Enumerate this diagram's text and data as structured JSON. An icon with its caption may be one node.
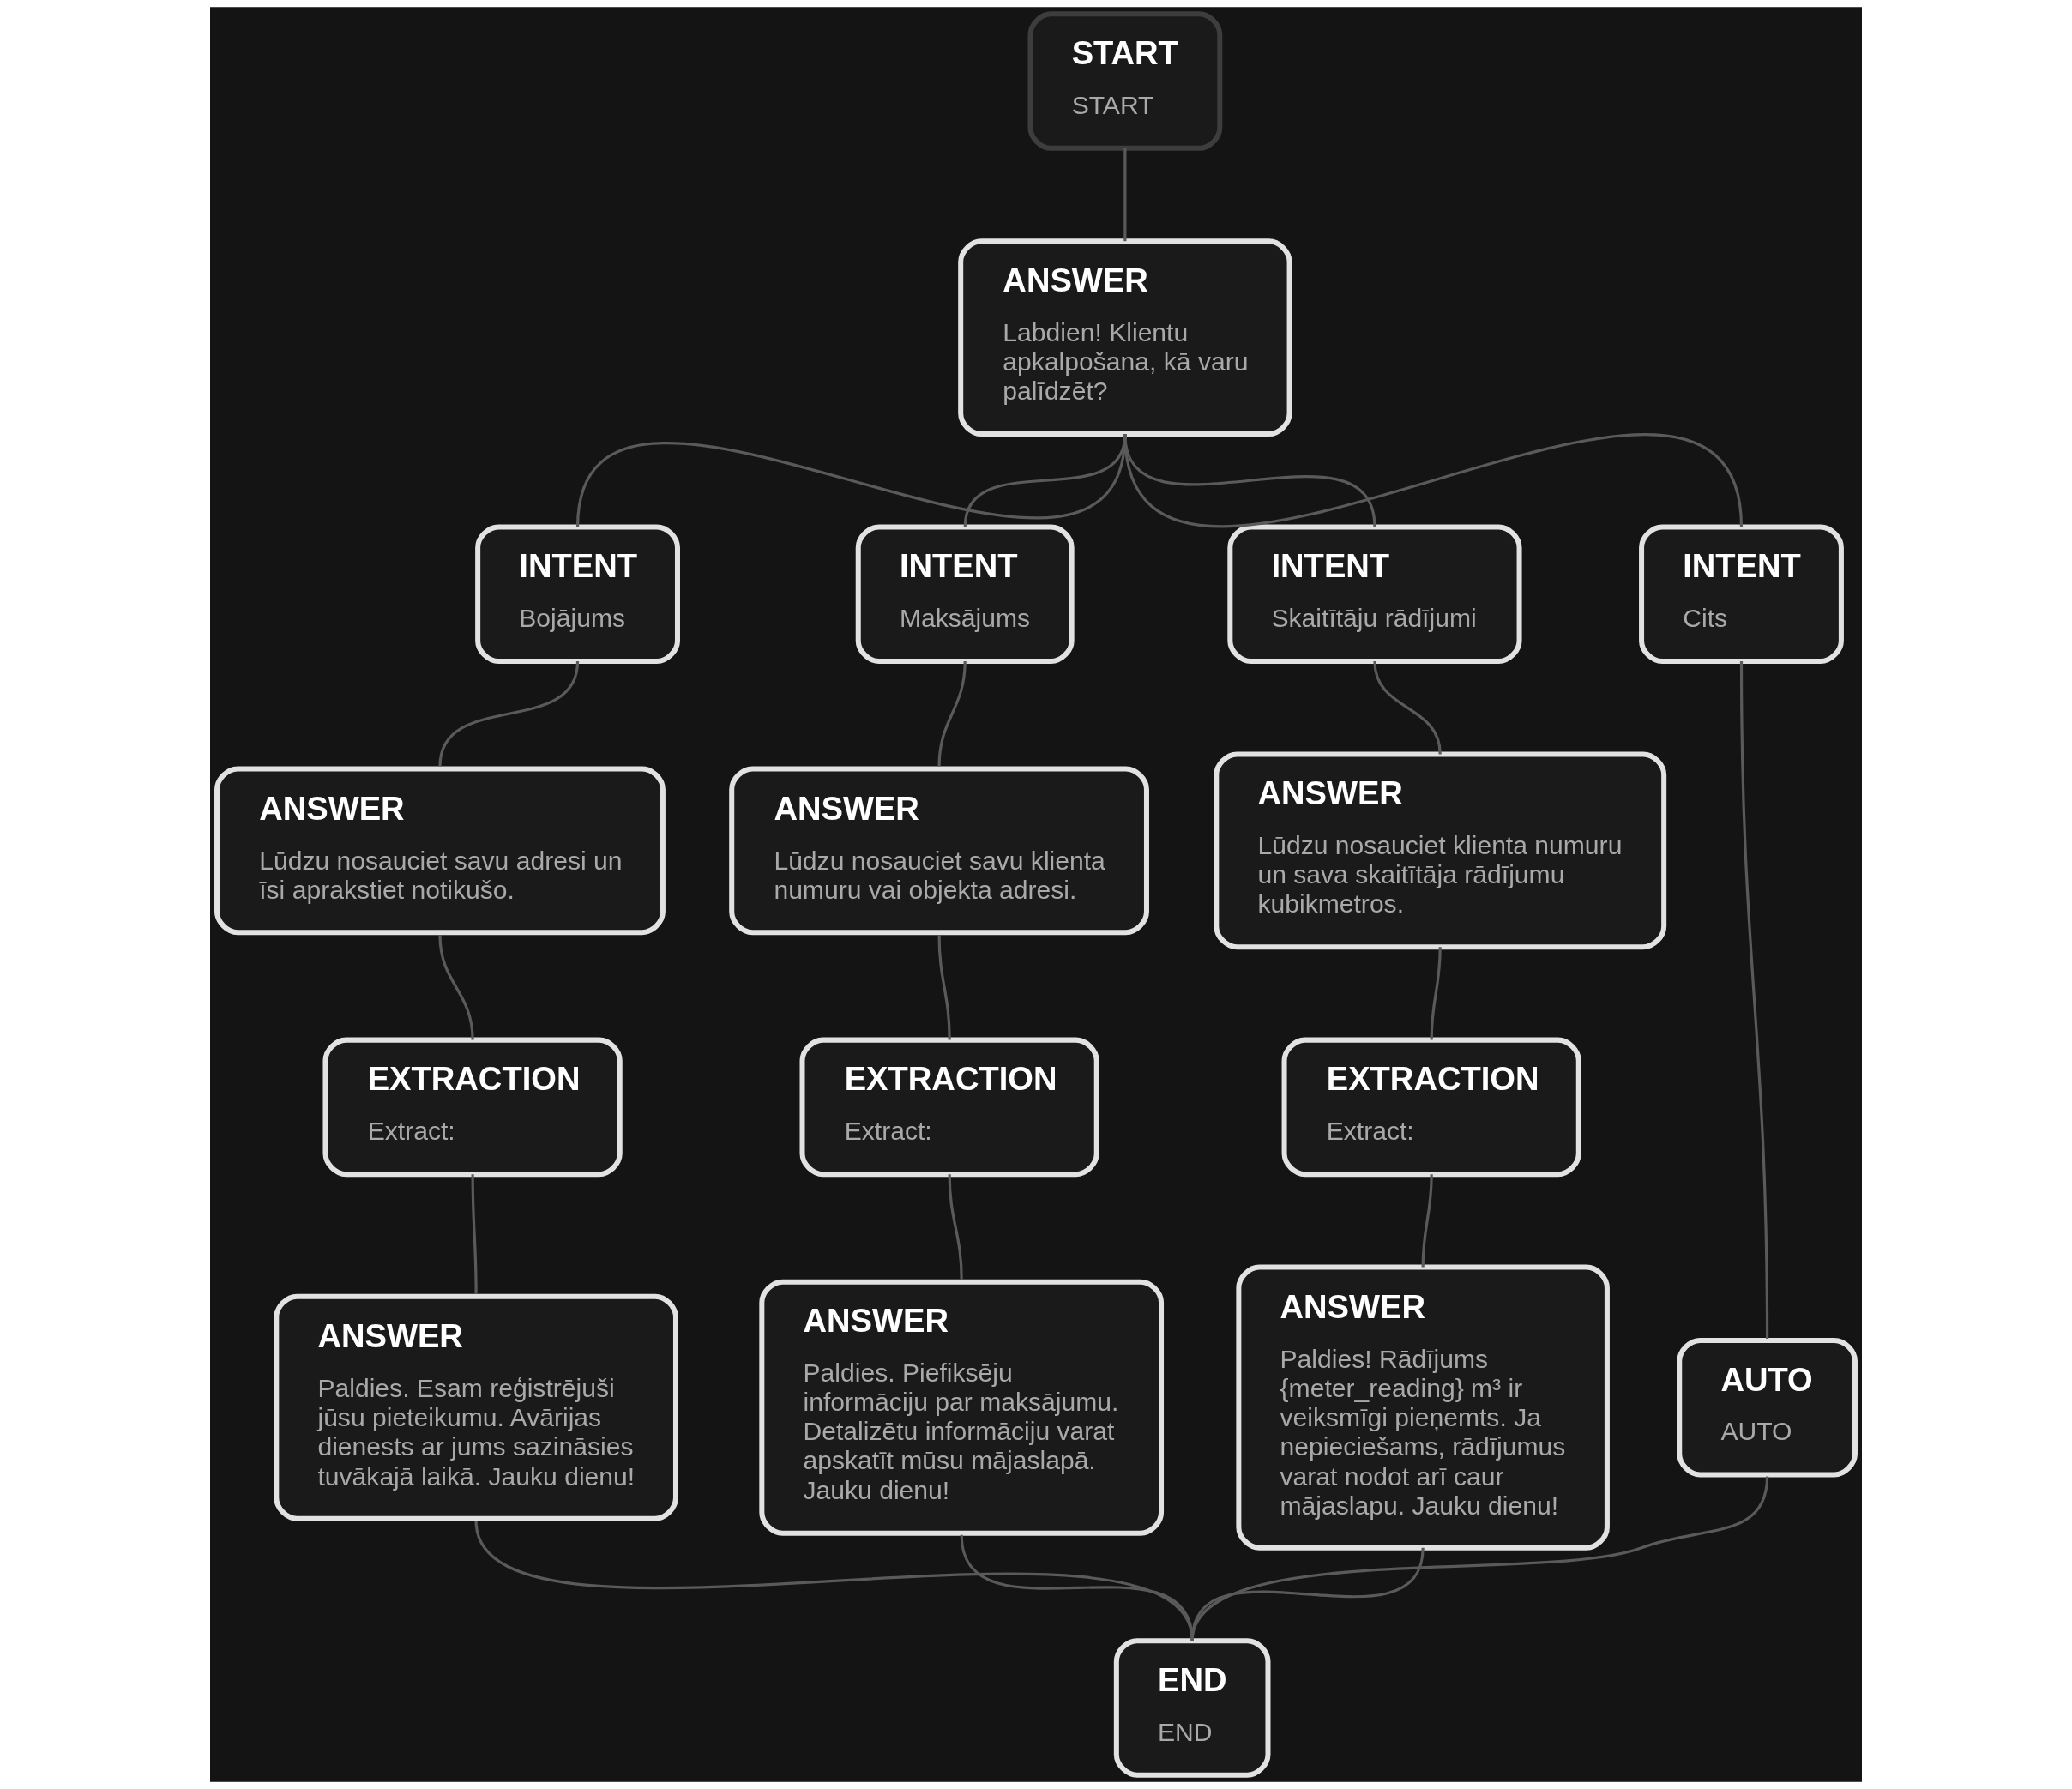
{
  "diagram": {
    "nodes": [
      {
        "text": [
          "START",
          "START"
        ]
      },
      {
        "text": [
          "ANSWER",
          "Labdien! Klientu apkalpošana, kā varu palīdzēt?"
        ]
      },
      {
        "text": [
          "INTENT",
          "Bojājums"
        ]
      },
      {
        "text": [
          "INTENT",
          "Maksājums"
        ]
      },
      {
        "text": [
          "INTENT",
          "Skaitītāju rādījumi"
        ]
      },
      {
        "text": [
          "INTENT",
          "Cits"
        ]
      },
      {
        "text": [
          "ANSWER",
          "Lūdzu nosauciet savu adresi un īsi aprakstiet notikušo."
        ]
      },
      {
        "text": [
          "ANSWER",
          "Lūdzu nosauciet savu klienta numuru vai objekta adresi."
        ]
      },
      {
        "text": [
          "ANSWER",
          "Lūdzu nosauciet klienta numuru un sava skaitītāja rādījumu kubikmetros."
        ]
      },
      {
        "text": [
          "EXTRACTION",
          "Extract:"
        ]
      },
      {
        "text": [
          "EXTRACTION",
          "Extract:"
        ]
      },
      {
        "text": [
          "EXTRACTION",
          "Extract:"
        ]
      },
      {
        "text": [
          "AUTO",
          "AUTO"
        ]
      },
      {
        "text": [
          "ANSWER",
          "Paldies. Esam reģistrējuši jūsu pieteikumu. Avārijas dienests ar jums sazināsies tuvākajā laikā. Jauku dienu!"
        ]
      },
      {
        "text": [
          "ANSWER",
          "Paldies. Piefiksēju informāciju par maksājumu. Detalizētu informāciju varat apskatīt mūsu mājaslapā. Jauku dienu!"
        ]
      },
      {
        "text": [
          "ANSWER",
          "Paldies! Rādījums {meter_reading} m³ ir veiksmīgi pieņemts. Ja nepieciešams, rādījumus varat nodot arī caur mājaslapu. Jauku dienu!"
        ]
      },
      {
        "text": [
          "END",
          "END"
        ]
      }
    ],
    "edges": [
      {
        "from": 0,
        "to": 1,
        "arrow": "none"
      },
      {
        "from": 1,
        "to": 2,
        "arrow": "none"
      },
      {
        "from": 1,
        "to": 3,
        "arrow": "none"
      },
      {
        "from": 1,
        "to": 4,
        "arrow": "none"
      },
      {
        "from": 1,
        "to": 5,
        "arrow": "none"
      },
      {
        "from": 2,
        "to": 6,
        "arrow": "none"
      },
      {
        "from": 3,
        "to": 7,
        "arrow": "none"
      },
      {
        "from": 4,
        "to": 8,
        "arrow": "none"
      },
      {
        "from": 5,
        "to": 12,
        "arrow": "none"
      },
      {
        "from": 6,
        "to": 9,
        "arrow": "none"
      },
      {
        "from": 7,
        "to": 10,
        "arrow": "none"
      },
      {
        "from": 8,
        "to": 11,
        "arrow": "none"
      },
      {
        "from": 9,
        "to": 13,
        "arrow": "none"
      },
      {
        "from": 10,
        "to": 14,
        "arrow": "none"
      },
      {
        "from": 11,
        "to": 15,
        "arrow": "none"
      },
      {
        "from": 13,
        "to": 16,
        "arrow": "none"
      },
      {
        "from": 14,
        "to": 16,
        "arrow": "none"
      },
      {
        "from": 15,
        "to": 16,
        "arrow": "none"
      },
      {
        "from": 12,
        "to": 16,
        "arrow": "none"
      }
    ]
  }
}
